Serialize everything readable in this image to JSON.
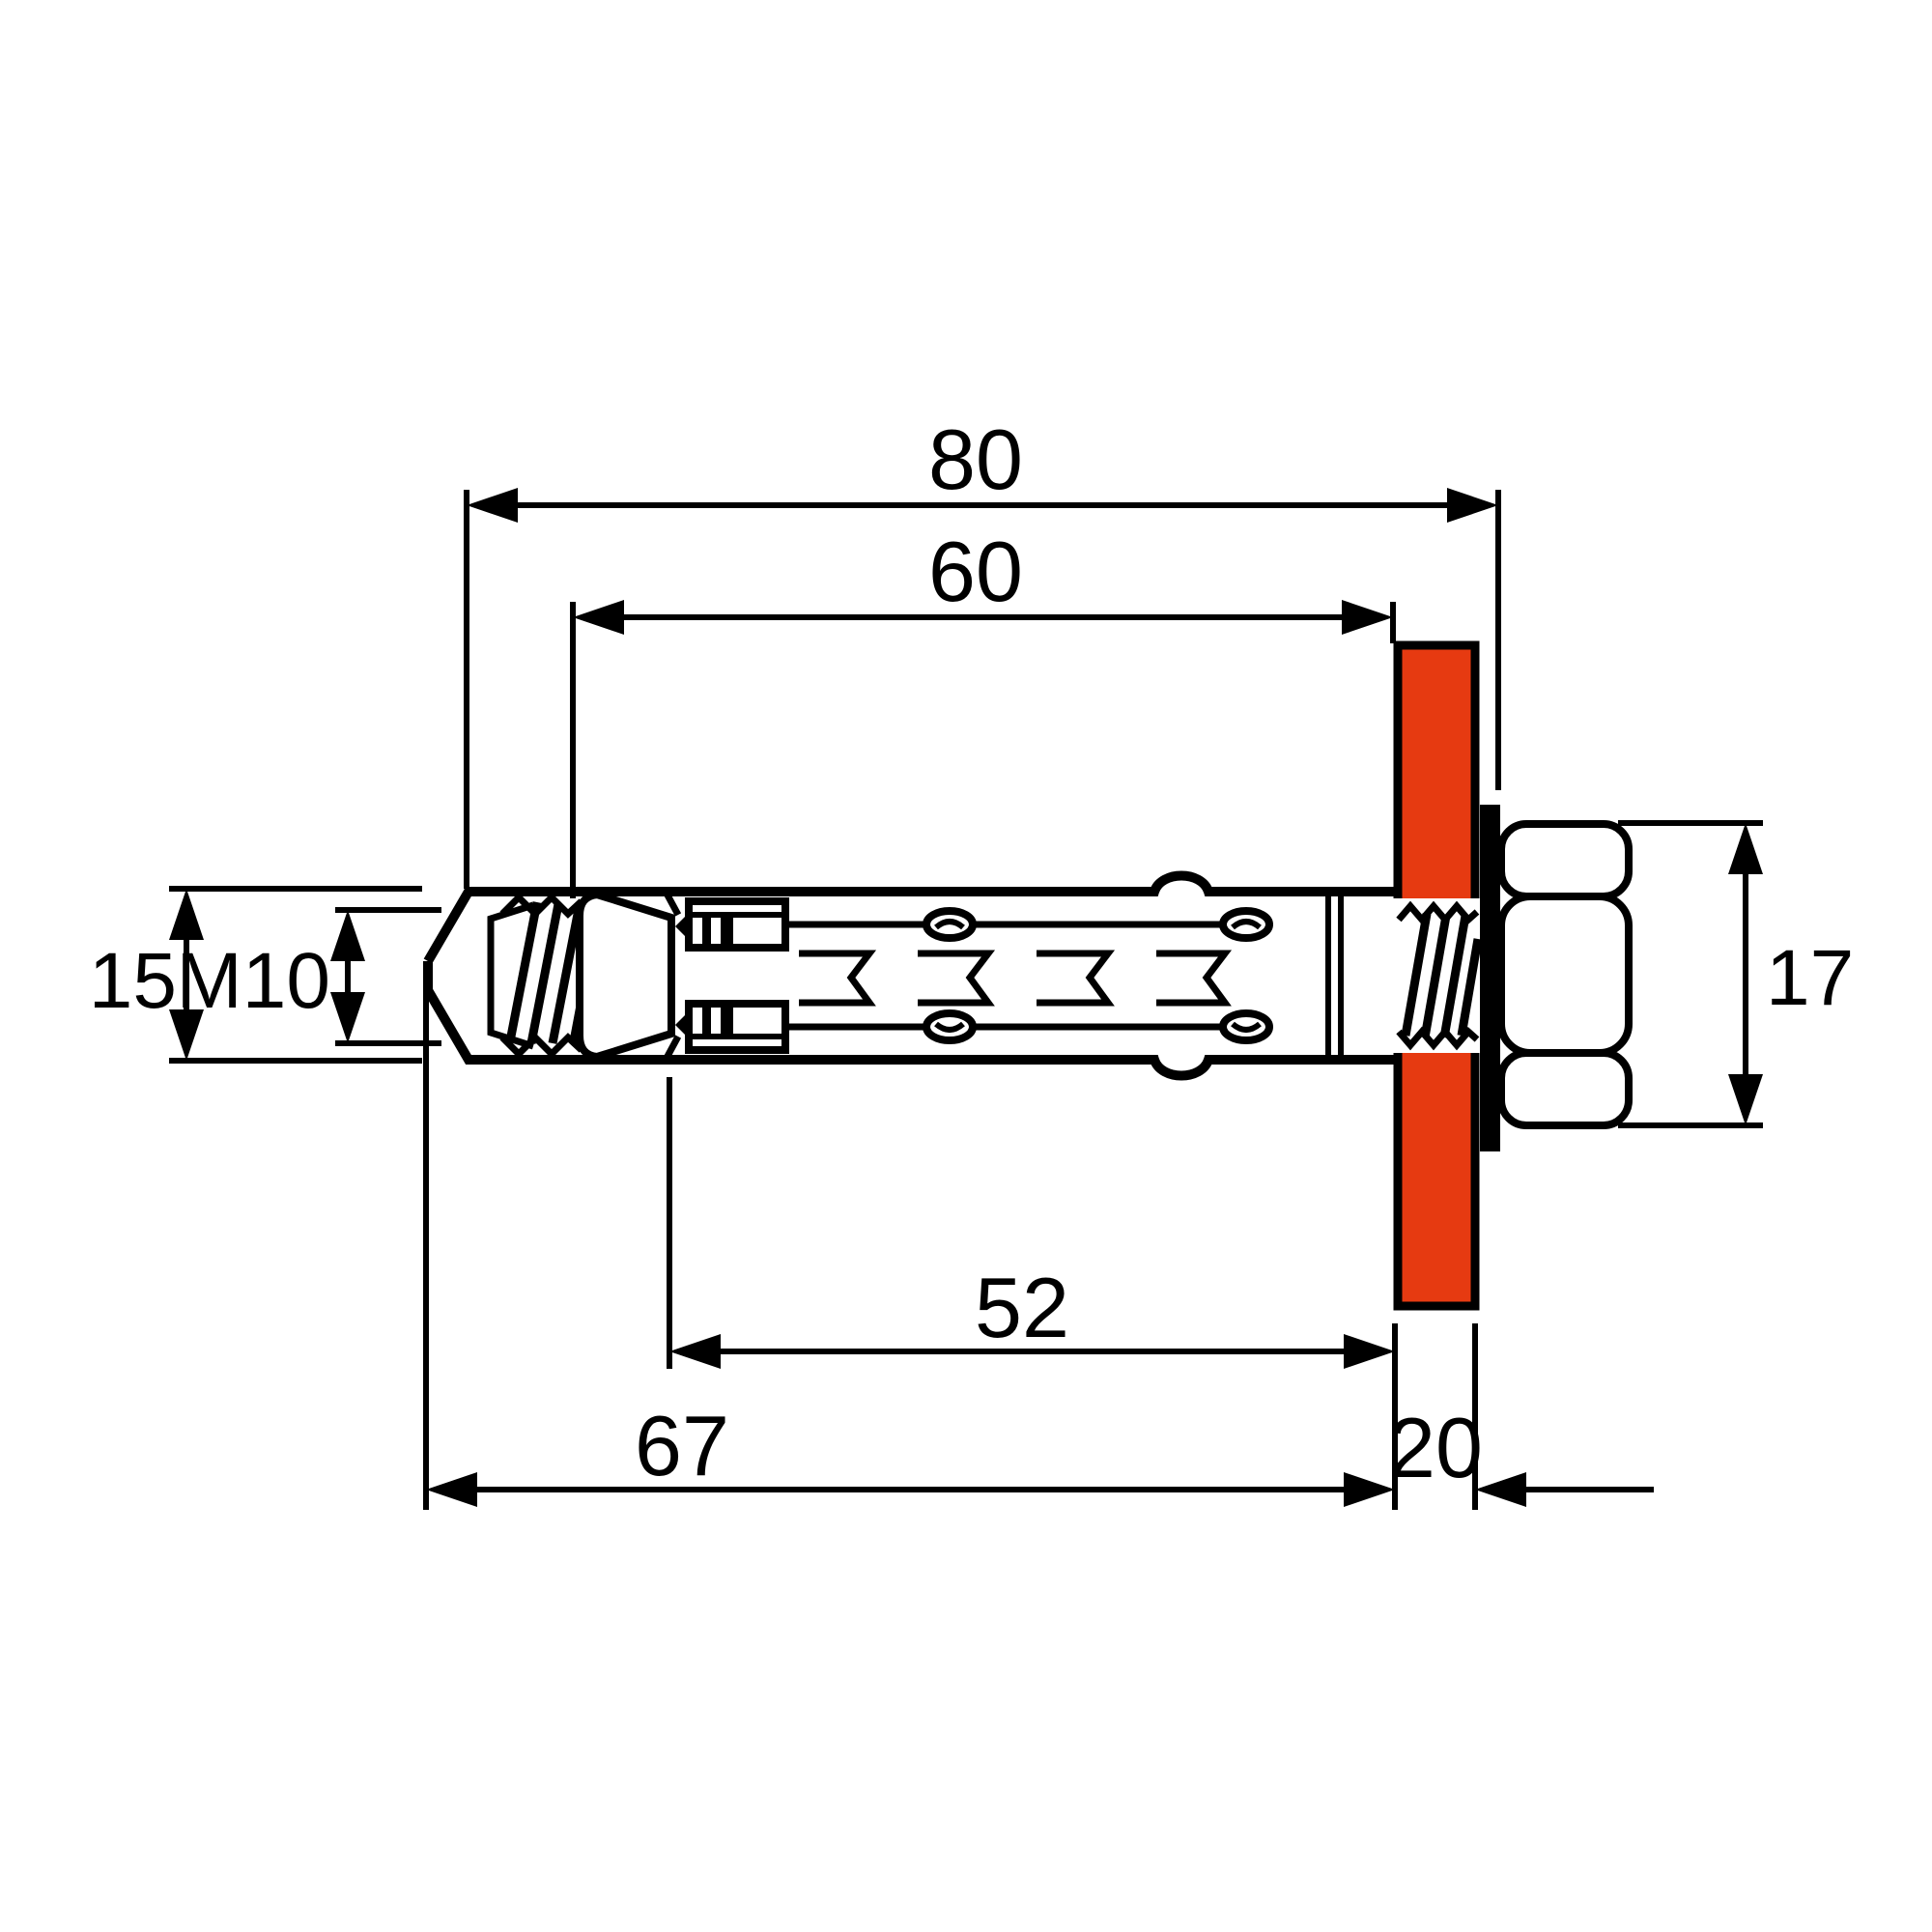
{
  "diagram": {
    "type": "dimensioned technical drawing",
    "subject": "sleeve anchor bolt through fixture plate with washer and hex nut, side cross-section view",
    "labels": {
      "overall_length": "80",
      "body_length": "60",
      "drill_diameter": "15",
      "thread_size": "M10",
      "nut_width": "17",
      "sleeve_length": "52",
      "anchor_depth": "67",
      "fixture_thickness": "20"
    },
    "colors": {
      "fixture_plate": "#e63a11",
      "line": "#000000",
      "background": "#ffffff"
    }
  }
}
